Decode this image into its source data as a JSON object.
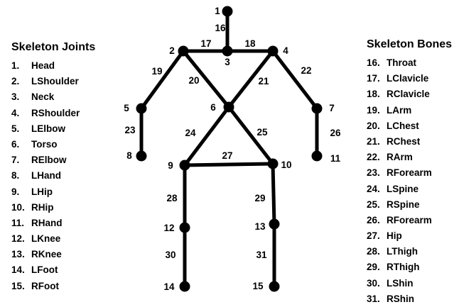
{
  "joints_panel": {
    "title": "Skeleton Joints",
    "items": [
      {
        "num": "1.",
        "name": "Head"
      },
      {
        "num": "2.",
        "name": "LShoulder"
      },
      {
        "num": "3.",
        "name": "Neck"
      },
      {
        "num": "4.",
        "name": "RShoulder"
      },
      {
        "num": "5.",
        "name": "LElbow"
      },
      {
        "num": "6.",
        "name": "Torso"
      },
      {
        "num": "7.",
        "name": "RElbow"
      },
      {
        "num": "8.",
        "name": "LHand"
      },
      {
        "num": "9.",
        "name": "LHip"
      },
      {
        "num": "10.",
        "name": "RHip"
      },
      {
        "num": "11.",
        "name": "RHand"
      },
      {
        "num": "12.",
        "name": "LKnee"
      },
      {
        "num": "13.",
        "name": "RKnee"
      },
      {
        "num": "14.",
        "name": "LFoot"
      },
      {
        "num": "15.",
        "name": "RFoot"
      }
    ]
  },
  "bones_panel": {
    "title": "Skeleton Bones",
    "items": [
      {
        "num": "16.",
        "name": "Throat"
      },
      {
        "num": "17.",
        "name": "LClavicle"
      },
      {
        "num": "18.",
        "name": "RClavicle"
      },
      {
        "num": "19.",
        "name": "LArm"
      },
      {
        "num": "20.",
        "name": "LChest"
      },
      {
        "num": "21.",
        "name": "RChest"
      },
      {
        "num": "22.",
        "name": "RArm"
      },
      {
        "num": "23.",
        "name": "RForearm"
      },
      {
        "num": "24.",
        "name": "LSpine"
      },
      {
        "num": "25.",
        "name": "RSpine"
      },
      {
        "num": "26.",
        "name": "RForearm"
      },
      {
        "num": "27.",
        "name": "Hip"
      },
      {
        "num": "28.",
        "name": "LThigh"
      },
      {
        "num": "29.",
        "name": "RThigh"
      },
      {
        "num": "30.",
        "name": "LShin"
      },
      {
        "num": "31.",
        "name": "RShin"
      }
    ]
  },
  "diagram": {
    "joint_labels": [
      "1",
      "2",
      "3",
      "4",
      "5",
      "6",
      "7",
      "8",
      "9",
      "10",
      "11",
      "12",
      "13",
      "14",
      "15"
    ],
    "bone_labels": [
      "16",
      "17",
      "18",
      "19",
      "20",
      "21",
      "22",
      "23",
      "24",
      "25",
      "26",
      "27",
      "28",
      "29",
      "30",
      "31"
    ],
    "stroke_color": "#000000",
    "joint_color": "#000000"
  }
}
